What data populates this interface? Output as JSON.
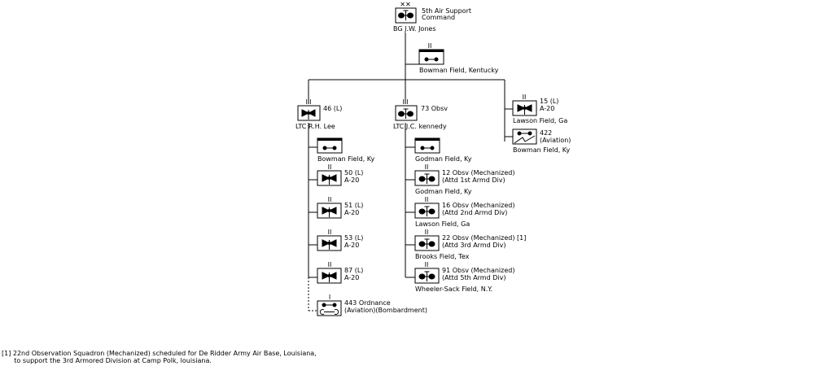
{
  "command": {
    "echelon": "✕✕",
    "name_line1": "5th Air Support",
    "name_line2": "Command",
    "commander": "BG  J.W. Jones"
  },
  "hq_detachment": {
    "echelon": "II",
    "location": "Bowman Field, Kentucky"
  },
  "groups": {
    "bomb": {
      "echelon": "III",
      "designation": "46 (L)",
      "commander": "LTC  R.H. Lee",
      "hq_location": "Bowman Field, Ky"
    },
    "obs": {
      "echelon": "III",
      "designation": "73 Obsv",
      "commander": "LTC  J.C. kennedy",
      "hq_location": "Godman Field, Ky"
    }
  },
  "bomb_squadrons": [
    {
      "echelon": "II",
      "line1": "50 (L)",
      "line2": "A-20"
    },
    {
      "echelon": "II",
      "line1": "51 (L)",
      "line2": "A-20"
    },
    {
      "echelon": "II",
      "line1": "53 (L)",
      "line2": "A-20"
    },
    {
      "echelon": "II",
      "line1": "87 (L)",
      "line2": "A-20"
    }
  ],
  "ordnance": {
    "echelon": "I",
    "line1": "443 Ordnance",
    "line2": "(Aviation)(Bombardment)"
  },
  "obs_squadrons": [
    {
      "echelon": "II",
      "line1": "12 Obsv (Mechanized)",
      "line2": "(Attd 1st Armd Div)",
      "location": "Godman Field, Ky"
    },
    {
      "echelon": "II",
      "line1": "16 Obsv (Mechanized)",
      "line2": "(Attd 2nd Armd Div)",
      "location": "Lawson Field, Ga"
    },
    {
      "echelon": "II",
      "line1": "22 Obsv (Mechanized) [1]",
      "line2": "(Attd 3rd Armd Div)",
      "location": "Brooks Field, Tex"
    },
    {
      "echelon": "II",
      "line1": "91 Obsv (Mechanized)",
      "line2": "(Attd 5th Armd Div)",
      "location": "Wheeler-Sack Field, N.Y."
    }
  ],
  "independent": [
    {
      "echelon": "II",
      "line1": "15 (L)",
      "line2": "A-20",
      "location": "Lawson Field, Ga"
    },
    {
      "echelon": "",
      "line1": "422",
      "line2": "(Aviation)",
      "location": "Bowman Field, Ky"
    }
  ],
  "footnote": {
    "line1": "[1] 22nd Observation Squadron (Mechanized) scheduled for De Ridder Army Air Base, Louisiana,",
    "line2": "      to support the 3rd Armored Division at Camp Polk, louisiana."
  }
}
